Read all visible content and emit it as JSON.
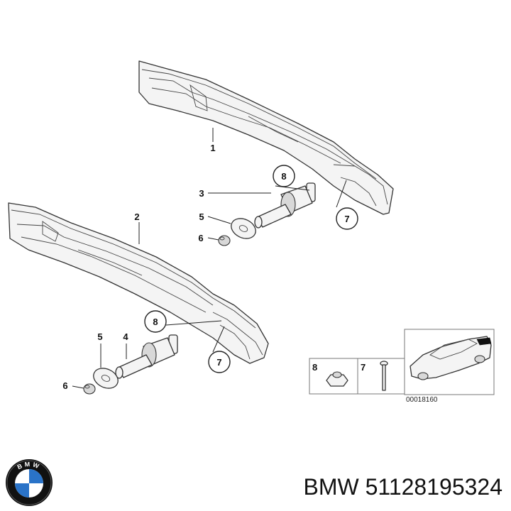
{
  "callouts": {
    "c1": "1",
    "c2": "2",
    "c3": "3",
    "c4": "4",
    "c5a": "5",
    "c5b": "5",
    "c6a": "6",
    "c6b": "6",
    "c7a": "7",
    "c7b": "7",
    "c8a": "8",
    "c8b": "8"
  },
  "legend": {
    "item8": "8",
    "item7": "7",
    "reference": "00018160"
  },
  "logo": {
    "text": "BMW",
    "colors": {
      "blue": "#2a73c8",
      "black": "#111111"
    },
    "icon": "bmw-roundel-icon"
  },
  "footer": {
    "brand": "BMW",
    "part_number": "51128195324"
  }
}
